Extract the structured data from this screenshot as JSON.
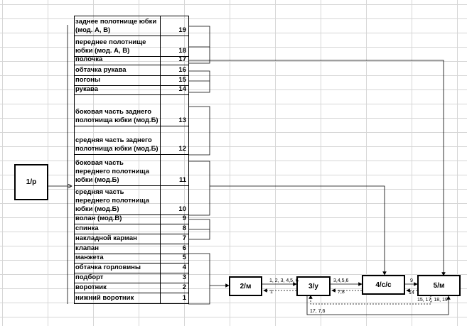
{
  "nodes": {
    "n1": "1/р",
    "n2": "2/м",
    "n3": "3/у",
    "n4": "4/с/с",
    "n5": "5/м"
  },
  "parts": [
    {
      "label": "заднее полотнище юбки (мод. А, В)",
      "num": "19"
    },
    {
      "label": "переднее полотнище юбки (мод. А, В)",
      "num": "18"
    },
    {
      "label": "полочка",
      "num": "17"
    },
    {
      "label": "обтачка рукава",
      "num": "16"
    },
    {
      "label": "погоны",
      "num": "15"
    },
    {
      "label": "рукава",
      "num": "14"
    },
    {
      "label": "боковая часть заднего полотнища юбки (мод.Б)",
      "num": "13"
    },
    {
      "label": "средняя часть заднего полотнища юбки (мод.Б)",
      "num": "12"
    },
    {
      "label": "боковая часть переднего полотнища юбки (мод.Б)",
      "num": "11"
    },
    {
      "label": "средняя часть переднего полотнища юбки (мод.Б)",
      "num": "10"
    },
    {
      "label": "волан (мод.В)",
      "num": "9"
    },
    {
      "label": "спинка",
      "num": "8"
    },
    {
      "label": "накладной карман",
      "num": "7"
    },
    {
      "label": "клапан",
      "num": "6"
    },
    {
      "label": "манжета",
      "num": "5"
    },
    {
      "label": "обтачка горловины",
      "num": "4"
    },
    {
      "label": "подборт",
      "num": "3"
    },
    {
      "label": "воротник",
      "num": "2"
    },
    {
      "label": "нижний воротник",
      "num": "1"
    }
  ],
  "flows": {
    "f2to3": "1, 2, 3, 4,5, 6",
    "f3to2": "1",
    "f3to4": "3,4,5,6",
    "f4to3": "7,8",
    "f4to5": "9",
    "f5to4": "14",
    "f5below": "15, 17, 18, 19",
    "fbottom": "17, 7,6"
  }
}
